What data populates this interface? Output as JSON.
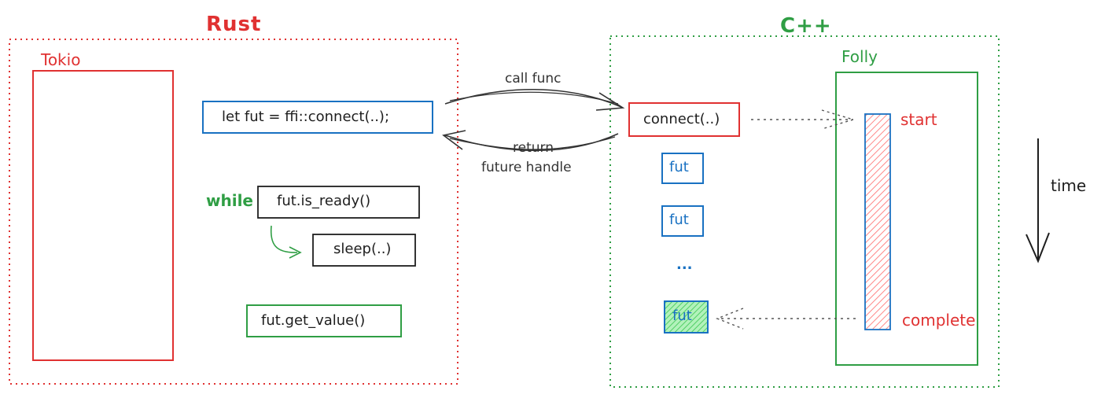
{
  "rust": {
    "title": "Rust",
    "runtime": "Tokio",
    "stmt_connect": "let fut = ffi::connect(..);",
    "while_keyword": "while",
    "stmt_ready": "fut.is_ready()",
    "stmt_sleep": "sleep(..)",
    "stmt_get": "fut.get_value()"
  },
  "cpp": {
    "title": "C++",
    "runtime": "Folly",
    "connect": "connect(..)",
    "fut_1": "fut",
    "fut_2": "fut",
    "ellipsis": "...",
    "fut_done": "fut",
    "start": "start",
    "complete": "complete"
  },
  "arrows": {
    "call": "call func",
    "return_line1": "return",
    "return_line2": "future handle"
  },
  "time": {
    "label": "time"
  },
  "colors": {
    "rust_red": "#e03131",
    "cpp_green": "#2f9e44",
    "code_blue": "#1971c2",
    "code_black": "#1e1e1e",
    "fill_green": "#8ce99a",
    "hatch_red": "#ff8787",
    "gray": "#555555"
  }
}
